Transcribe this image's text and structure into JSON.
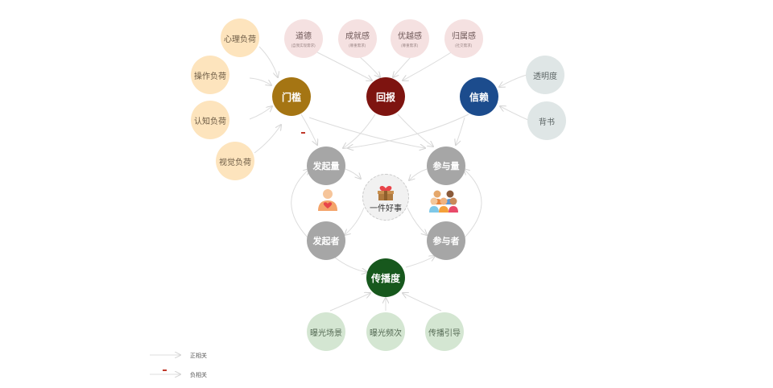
{
  "nodes": {
    "mental_load": "心理负荷",
    "operation_load": "操作负荷",
    "cognitive_load": "认知负荷",
    "visual_load": "视觉负荷",
    "morality": "道德",
    "morality_sub": "(自我实现需求)",
    "achievement": "成就感",
    "achievement_sub": "(尊重需求)",
    "superiority": "优越感",
    "superiority_sub": "(尊重需求)",
    "belonging": "归属感",
    "belonging_sub": "(社交需求)",
    "transparency": "透明度",
    "endorsement": "背书",
    "threshold": "门槛",
    "reward": "回报",
    "trust": "信赖",
    "initiation_volume": "发起量",
    "participation_volume": "参与量",
    "good_deed": "一件好事",
    "initiator": "发起者",
    "participant": "参与者",
    "spread": "传播度",
    "exposure_scene": "曝光场景",
    "exposure_frequency": "曝光频次",
    "spread_guidance": "传播引导"
  },
  "legend": {
    "positive": "正相关",
    "negative": "负相关"
  },
  "colors": {
    "threshold": "#a57513",
    "reward": "#7e1410",
    "trust": "#1c4c8d",
    "spread": "#17581d",
    "gray": "#a6a6a6",
    "arrow": "#d9d9d9",
    "negative_mark": "#c0392b"
  },
  "icons": [
    "heart-box-icon",
    "person-heart-icon",
    "group-people-icon"
  ]
}
